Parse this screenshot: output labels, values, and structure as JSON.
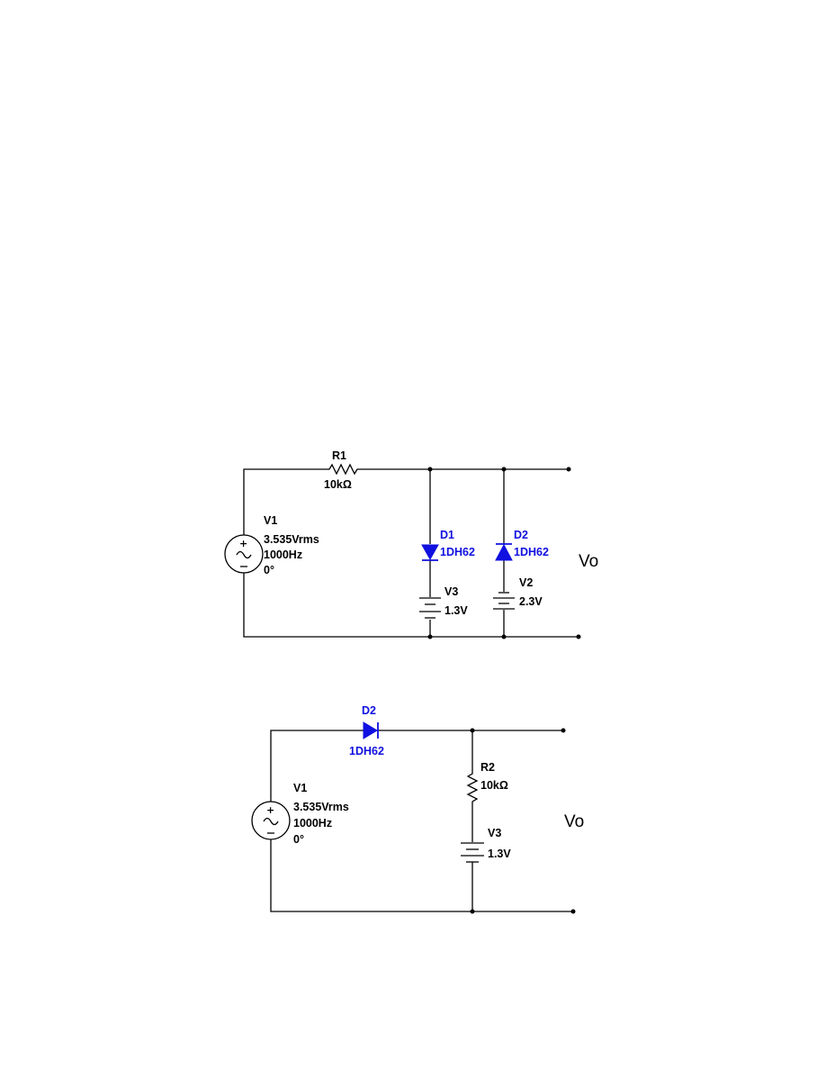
{
  "colors": {
    "wire": "#000000",
    "diode": "#1010e0"
  },
  "circuit1": {
    "r1": {
      "name": "R1",
      "value": "10kΩ"
    },
    "v1": {
      "name": "V1",
      "amplitude": "3.535Vrms",
      "frequency": "1000Hz",
      "phase": "0°"
    },
    "d1": {
      "name": "D1",
      "model": "1DH62"
    },
    "d2": {
      "name": "D2",
      "model": "1DH62"
    },
    "v3": {
      "name": "V3",
      "value": "1.3V"
    },
    "v2": {
      "name": "V2",
      "value": "2.3V"
    },
    "output": "Vo"
  },
  "circuit2": {
    "d2": {
      "name": "D2",
      "model": "1DH62"
    },
    "v1": {
      "name": "V1",
      "amplitude": "3.535Vrms",
      "frequency": "1000Hz",
      "phase": "0°"
    },
    "r2": {
      "name": "R2",
      "value": "10kΩ"
    },
    "v3": {
      "name": "V3",
      "value": "1.3V"
    },
    "output": "Vo"
  }
}
